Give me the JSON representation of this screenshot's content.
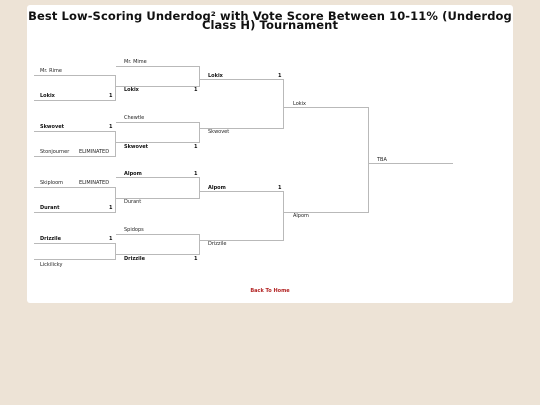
{
  "title": "Best Low-Scoring Underdog² with Vote Score Between 10-11% (Underdog Class H) Tournament",
  "round1": [
    {
      "top": "Mr. Rime",
      "top_score": "",
      "top_status": "",
      "bottom": "Lokix",
      "bottom_score": "1",
      "bottom_status": ""
    },
    {
      "top": "Skwovet",
      "top_score": "1",
      "top_status": "",
      "bottom": "Stonjourner",
      "bottom_score": "",
      "bottom_status": "ELIMINATED"
    },
    {
      "top": "Skiploom",
      "top_score": "",
      "top_status": "ELIMINATED",
      "bottom": "Durant",
      "bottom_score": "1",
      "bottom_status": ""
    },
    {
      "top": "Drizzile",
      "top_score": "1",
      "top_status": "",
      "bottom": "Lickilicky",
      "bottom_score": "",
      "bottom_status": ""
    }
  ],
  "round2": [
    {
      "top": "Mr. Mime",
      "top_score": "",
      "bottom": "Lokix",
      "bottom_score": "1"
    },
    {
      "top": "Chewtle",
      "top_score": "",
      "bottom": "Skwovet",
      "bottom_score": "1"
    },
    {
      "top": "Alpom",
      "top_score": "1",
      "bottom": "Durant",
      "bottom_score": ""
    },
    {
      "top": "Spidops",
      "top_score": "",
      "bottom": "Drizzile",
      "bottom_score": "1"
    }
  ],
  "round3": [
    {
      "top": "Lokix",
      "top_score": "1",
      "bottom": "Skwovet",
      "bottom_score": ""
    },
    {
      "top": "Alpom",
      "top_score": "1",
      "bottom": "Drizzile",
      "bottom_score": ""
    }
  ],
  "round4": {
    "top": "Lokix",
    "bottom": "Alpom"
  },
  "winner": "TBA",
  "back_link": "Back To Home",
  "colors": {
    "background": "#ede3d6",
    "card": "#ffffff",
    "link": "#b22222",
    "line": "#b9b9b9"
  }
}
